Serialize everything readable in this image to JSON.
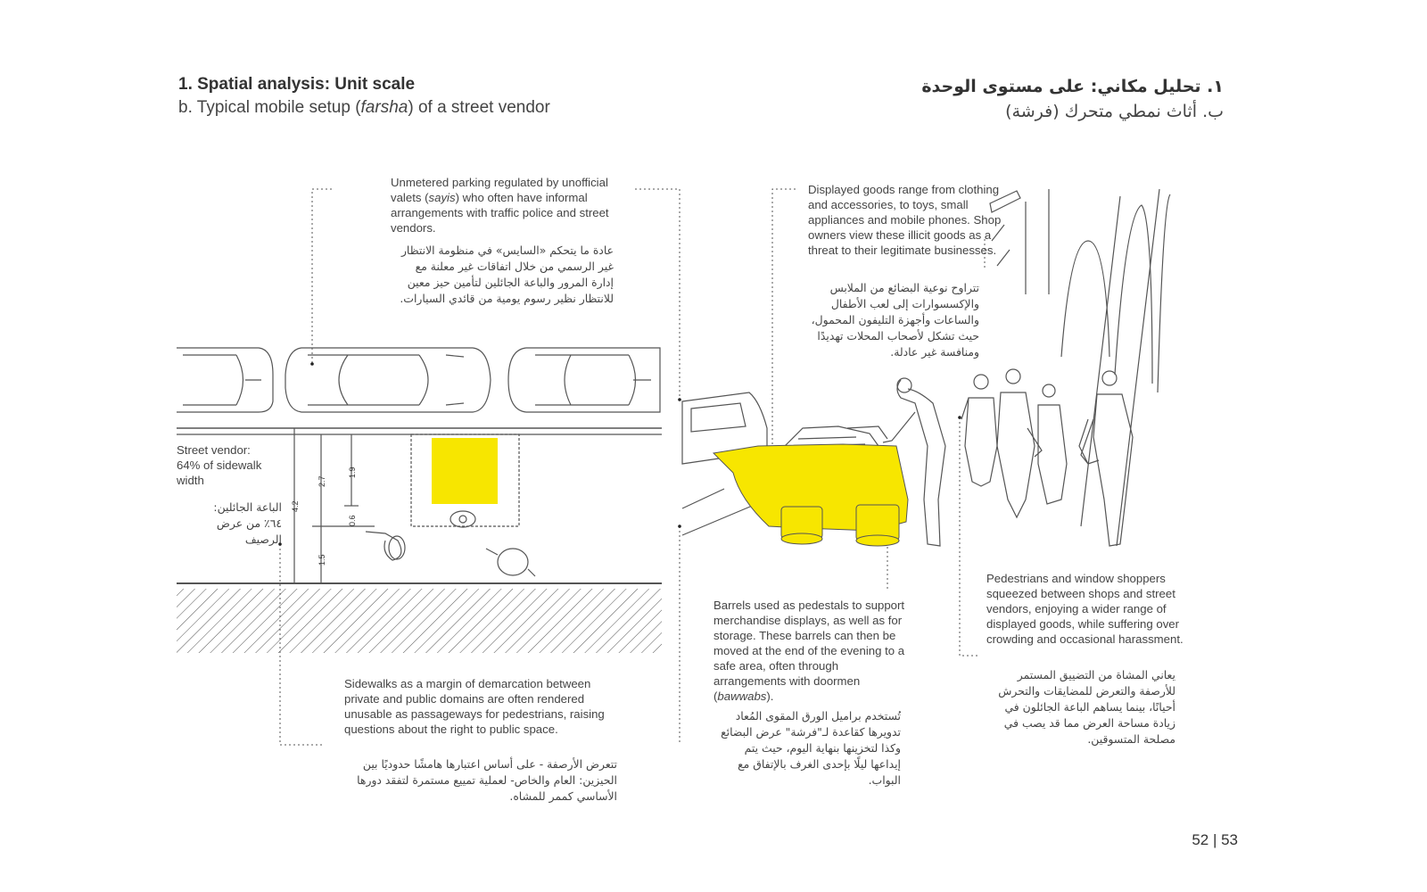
{
  "header": {
    "title_en": "1. Spatial analysis: Unit scale",
    "subtitle_en_prefix": "b. Typical mobile setup (",
    "subtitle_en_italic": "farsha",
    "subtitle_en_suffix": ") of a street vendor",
    "title_ar": "١. تحليل مكاني: على مستوى الوحدة",
    "subtitle_ar": "ب. أثاث نمطي متحرك (فرشة)"
  },
  "annotations": {
    "parking": {
      "en_prefix": "Unmetered parking regulated by unofficial valets (",
      "en_italic": "sayis",
      "en_suffix": ") who often have informal arrangements with traffic police and street vendors.",
      "ar": "عادة ما يتحكم «السايس» في منظومة الانتظار غير الرسمي من خلال اتفاقات غير معلنة مع إدارة المرور والباعة الجائلين لتأمين حيز معين للانتظار نظير رسوم يومية من قائدي السيارات."
    },
    "goods": {
      "en": "Displayed goods range from clothing and accessories, to toys, small appliances and mobile phones. Shop owners view these illicit goods as a threat to their legitimate businesses.",
      "ar": "تتراوح نوعية البضائع من الملابس والإكسسوارات إلى لعب الأطفال والساعات وأجهزة التليفون المحمول، حيث تشكل لأصحاب المحلات تهديدًا ومنافسة غير عادلة."
    },
    "vendor": {
      "en": "Street vendor: 64% of sidewalk width",
      "ar_line1": "الباعة الجائلين:",
      "ar_line2": "٦٤٪ من عرض الرصيف"
    },
    "barrels": {
      "en_prefix": "Barrels used as pedestals to support merchandise displays, as well as for storage. These barrels can then be moved at the end of the evening to a safe area, often through arrangements with doormen (",
      "en_italic": "bawwabs",
      "en_suffix": ").",
      "ar": "تُستخدم براميل الورق المقوى المُعاد تدويرها كقاعدة لـ\"فرشة\" عرض البضائع وكذا لتخزينها بنهاية اليوم، حيث يتم إيداعها ليلًا بإحدى الغرف بالإتفاق مع البواب."
    },
    "pedestrians": {
      "en": "Pedestrians and window shoppers squeezed between shops and street vendors, enjoying a wider range of displayed goods, while suffering over crowding and occasional harassment.",
      "ar": "يعاني المشاة من التضييق المستمر للأرصفة والتعرض للمضايقات والتحرش أحيانًا، بينما يساهم الباعة الجائلون في زيادة مساحة العرض مما قد يصب في مصلحة المتسوقين."
    },
    "sidewalks": {
      "en": "Sidewalks as a margin of demarcation between private and public domains are often rendered unusable as passageways for pedestrians, raising questions about the right to public space.",
      "ar": "تتعرض الأرصفة - على أساس اعتبارها هامشًا حدوديًا بين الحيزين: العام والخاص- لعملية تمييع مستمرة لتفقد دورها الأساسي كممر للمشاه."
    }
  },
  "dimensions": {
    "total": "4.2",
    "vendor_depth": "2.7",
    "stall_depth": "1.9",
    "gap": "0.6",
    "walkway": "1.5"
  },
  "page_numbers": "52 | 53",
  "colors": {
    "highlight": "#f7e600",
    "line": "#555555"
  }
}
